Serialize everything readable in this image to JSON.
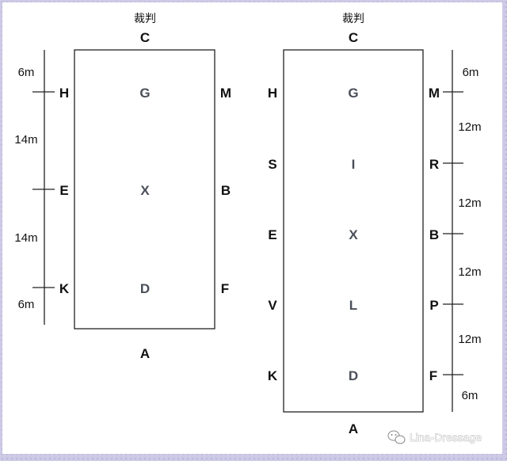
{
  "arena_small": {
    "judge": "裁判",
    "top": "C",
    "bottom": "A",
    "left": [
      "H",
      "E",
      "K"
    ],
    "right": [
      "M",
      "B",
      "F"
    ],
    "center": [
      "G",
      "X",
      "D"
    ],
    "distances": [
      "6m",
      "14m",
      "14m",
      "6m"
    ]
  },
  "arena_large": {
    "judge": "裁判",
    "top": "C",
    "bottom": "A",
    "left": [
      "H",
      "S",
      "E",
      "V",
      "K"
    ],
    "right": [
      "M",
      "R",
      "B",
      "P",
      "F"
    ],
    "center": [
      "G",
      "I",
      "X",
      "L",
      "D"
    ],
    "distances": [
      "6m",
      "12m",
      "12m",
      "12m",
      "12m",
      "6m"
    ]
  },
  "watermark": "Lina-Dressage"
}
